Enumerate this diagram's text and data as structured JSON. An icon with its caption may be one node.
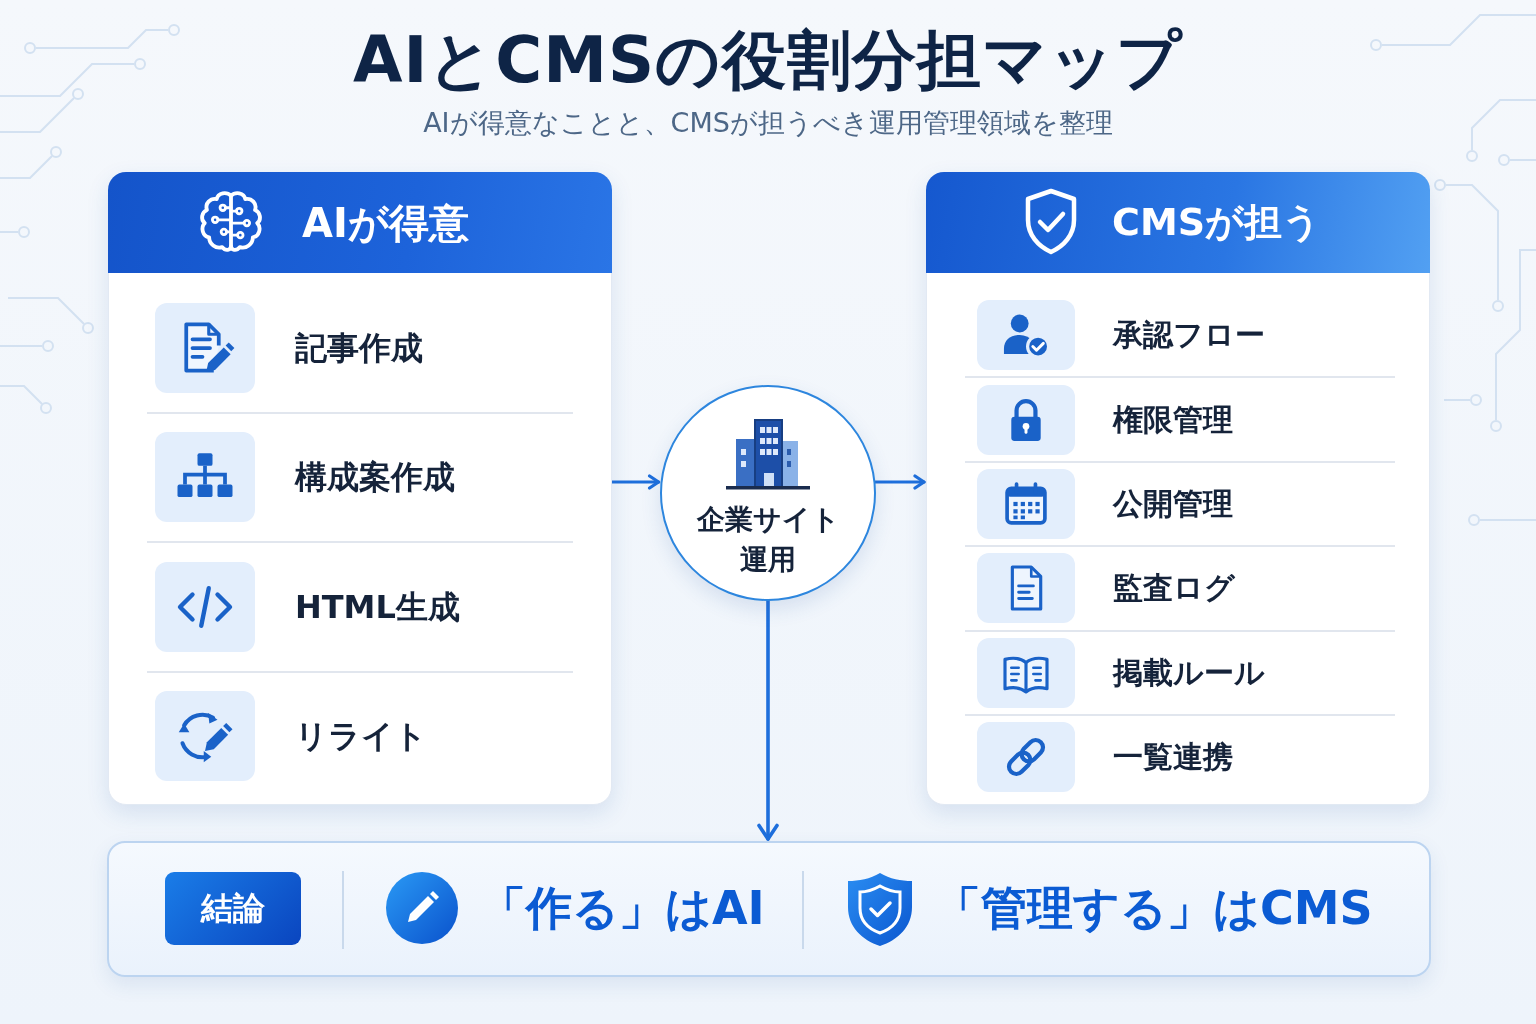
{
  "diagram": {
    "title": "AIとCMSの役割分担マップ",
    "nodes": [
      {
        "text": [
          "AIが得意",
          "記事作成",
          "構成案作成",
          "HTML生成",
          "リライト"
        ]
      },
      {
        "text": [
          "企業サイト運用"
        ]
      },
      {
        "text": [
          "CMSが担う",
          "承認フロー",
          "権限管理",
          "公開管理",
          "監査ログ",
          "掲載ルール",
          "一覧連携"
        ]
      },
      {
        "text": [
          "「作る」はAI",
          "「管理する」はCMS"
        ]
      },
      {
        "text": [
          "結論"
        ],
        "in": 3
      }
    ],
    "edges": [
      {
        "from": 0,
        "to": 1,
        "arrow": "to"
      },
      {
        "from": 1,
        "to": 2,
        "arrow": "to"
      },
      {
        "from": 1,
        "to": 3,
        "arrow": "to"
      }
    ],
    "labels": [
      "AIが得意なことと、CMSが担うべき運用管理領域を整理"
    ]
  }
}
